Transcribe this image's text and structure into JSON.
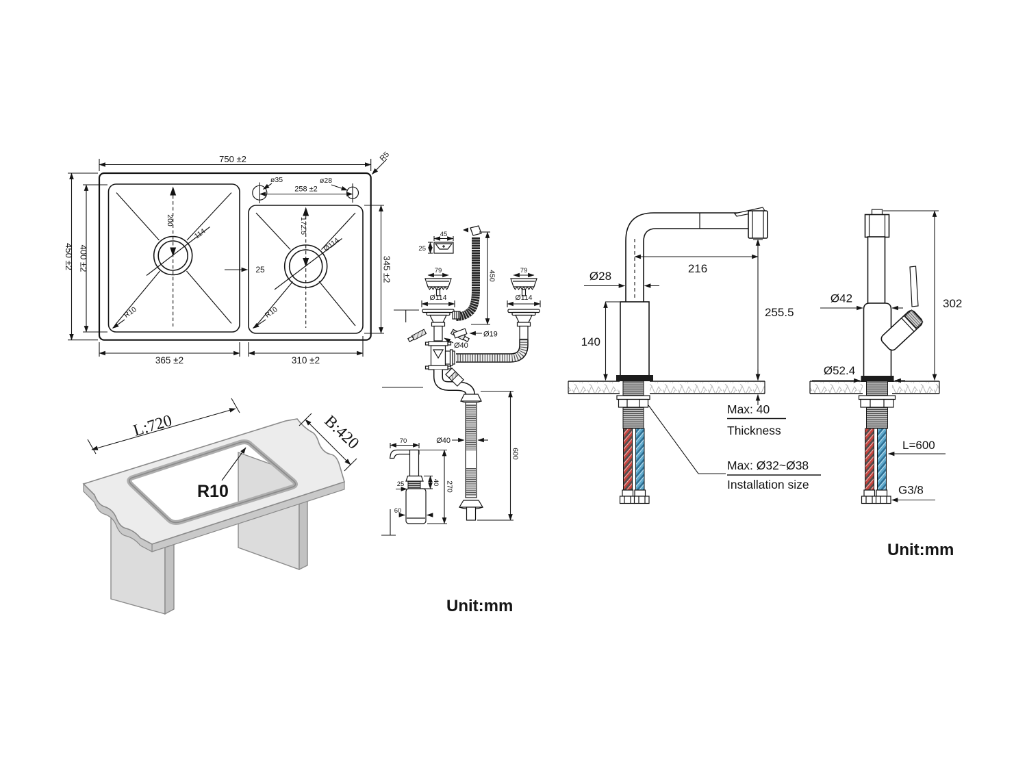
{
  "units": {
    "center": "Unit:mm",
    "right": "Unit:mm"
  },
  "sink_top_view": {
    "overall_width": "750 ±2",
    "overall_depth": "450 ±2",
    "bowl_depth": "400 ±2",
    "left_bowl_width": "365 ±2",
    "right_bowl_width": "310 ±2",
    "right_bowl_depth": "345 ±2",
    "divider_width": "25",
    "hole_spacing": "258 ±2",
    "hole_left_dia": "ø35",
    "hole_right_dia": "ø28",
    "left_drain_offset": "200",
    "left_drain_dia": "114",
    "right_drain_offset": "172.5",
    "right_drain_dia": "Ø114",
    "left_corner_radius": "R10",
    "right_corner_radius": "R10",
    "outer_corner_radius": "R5"
  },
  "cutout_view": {
    "length": "L:720",
    "width": "B:420",
    "corner_radius": "R10"
  },
  "drain_kit": {
    "overflow_cover_width": "45",
    "overflow_cover_height": "25",
    "left_basket_width": "79",
    "right_basket_width": "79",
    "left_flange_dia": "Ø114",
    "right_flange_dia": "Ø114",
    "overflow_hose_length": "450",
    "overflow_hose_dia": "Ø19",
    "tail_dia": "Ø40",
    "waste_pipe_dia": "Ø40",
    "waste_pipe_length": "600",
    "dispenser_spout": "70",
    "dispenser_collar": "25",
    "dispenser_thread_height": "40",
    "dispenser_height": "270",
    "dispenser_bottle_dia": "60"
  },
  "pullout_faucet": {
    "spout_dia": "Ø28",
    "reach": "216",
    "spout_height": "255.5",
    "body_height": "140",
    "max_thickness": "Max: 40",
    "thickness_label": "Thickness",
    "hole_range": "Max: Ø32~Ø38",
    "hole_label": "Installation size"
  },
  "bar_faucet": {
    "body_dia": "Ø42",
    "height": "302",
    "base_dia": "Ø52.4",
    "hose_length": "L=600",
    "thread": "G3/8"
  },
  "colors": {
    "hot": "#c5443e",
    "cold": "#5ea9cc"
  }
}
